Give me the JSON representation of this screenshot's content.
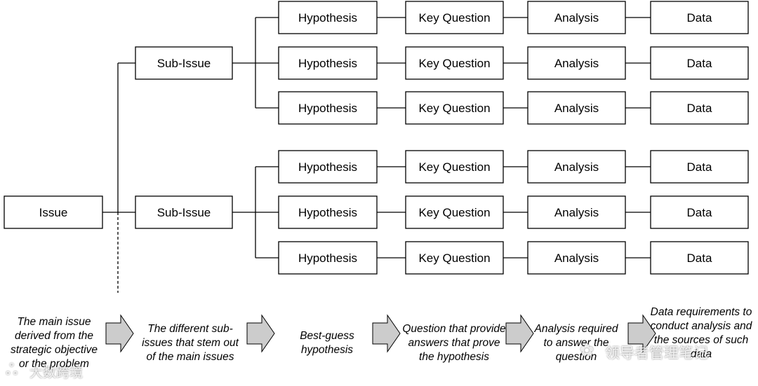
{
  "diagram": {
    "root": {
      "label": "Issue"
    },
    "sub_issues": [
      {
        "label": "Sub-Issue",
        "branches": [
          {
            "hypothesis": "Hypothesis",
            "key_question": "Key Question",
            "analysis": "Analysis",
            "data": "Data"
          },
          {
            "hypothesis": "Hypothesis",
            "key_question": "Key Question",
            "analysis": "Analysis",
            "data": "Data"
          },
          {
            "hypothesis": "Hypothesis",
            "key_question": "Key Question",
            "analysis": "Analysis",
            "data": "Data"
          }
        ]
      },
      {
        "label": "Sub-Issue",
        "branches": [
          {
            "hypothesis": "Hypothesis",
            "key_question": "Key Question",
            "analysis": "Analysis",
            "data": "Data"
          },
          {
            "hypothesis": "Hypothesis",
            "key_question": "Key Question",
            "analysis": "Analysis",
            "data": "Data"
          },
          {
            "hypothesis": "Hypothesis",
            "key_question": "Key Question",
            "analysis": "Analysis",
            "data": "Data"
          }
        ]
      }
    ],
    "colors": {
      "box_border": "#000000",
      "arrow_fill": "#cccccc",
      "arrow_stroke": "#000000"
    }
  },
  "captions": {
    "issue": "The main issue derived from the strategic objective or the problem",
    "sub_issue": "The different sub-issues that stem out of the main issues",
    "hypothesis": "Best-guess hypothesis",
    "key_question": "Question that provide answers that prove the hypothesis",
    "analysis": "Analysis required to answer the question",
    "data": "Data requirements to conduct analysis and the sources of such data"
  },
  "watermarks": {
    "right": "领导者管理笔记",
    "left": "大数跨境"
  }
}
